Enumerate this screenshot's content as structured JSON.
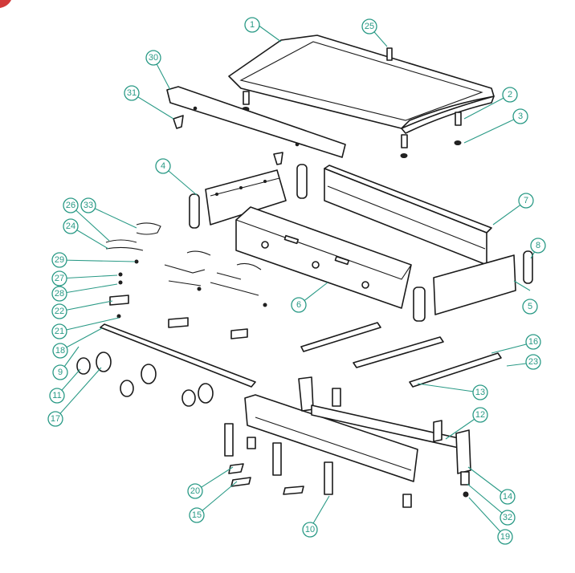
{
  "colors": {
    "callout": "#2a9a86",
    "line": "#1a1a1a",
    "corner_mark": "#d23a3a"
  },
  "callouts": [
    "1",
    "2",
    "3",
    "4",
    "5",
    "6",
    "7",
    "8",
    "9",
    "10",
    "11",
    "12",
    "13",
    "14",
    "15",
    "16",
    "17",
    "18",
    "19",
    "20",
    "21",
    "22",
    "23",
    "24",
    "25",
    "26",
    "27",
    "28",
    "29",
    "30",
    "31",
    "32",
    "33"
  ]
}
